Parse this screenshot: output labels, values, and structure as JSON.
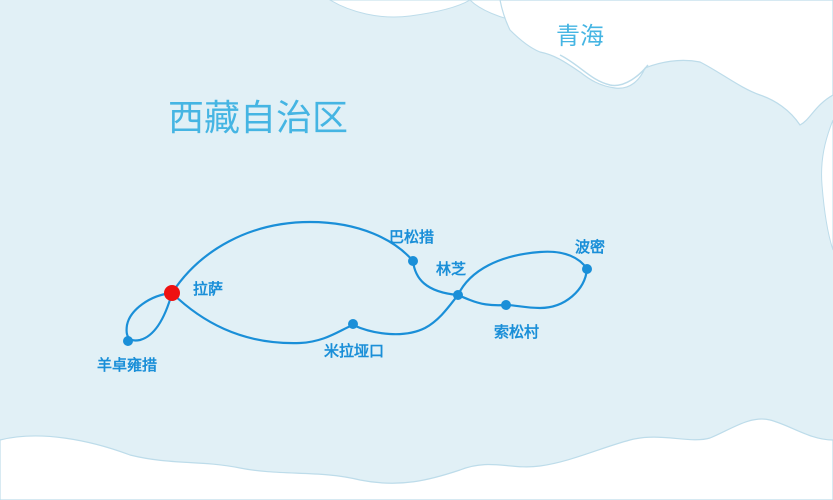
{
  "map": {
    "regions": {
      "tibet": "西藏自治区",
      "qinghai": "青海"
    },
    "stops": {
      "lhasa": "拉萨",
      "yamdrok": "羊卓雍措",
      "mila_pass": "米拉垭口",
      "basongcuo": "巴松措",
      "nyingchi": "林芝",
      "bomi": "波密",
      "suosong": "索松村"
    },
    "colors": {
      "land": "#e1f0f6",
      "outside": "#ffffff",
      "border": "#bddcea",
      "route": "#1a8fd8",
      "stop": "#1a8fd8",
      "start": "#ee1111",
      "label": "#1a8fd8",
      "region_label": "#45b5e3"
    }
  }
}
